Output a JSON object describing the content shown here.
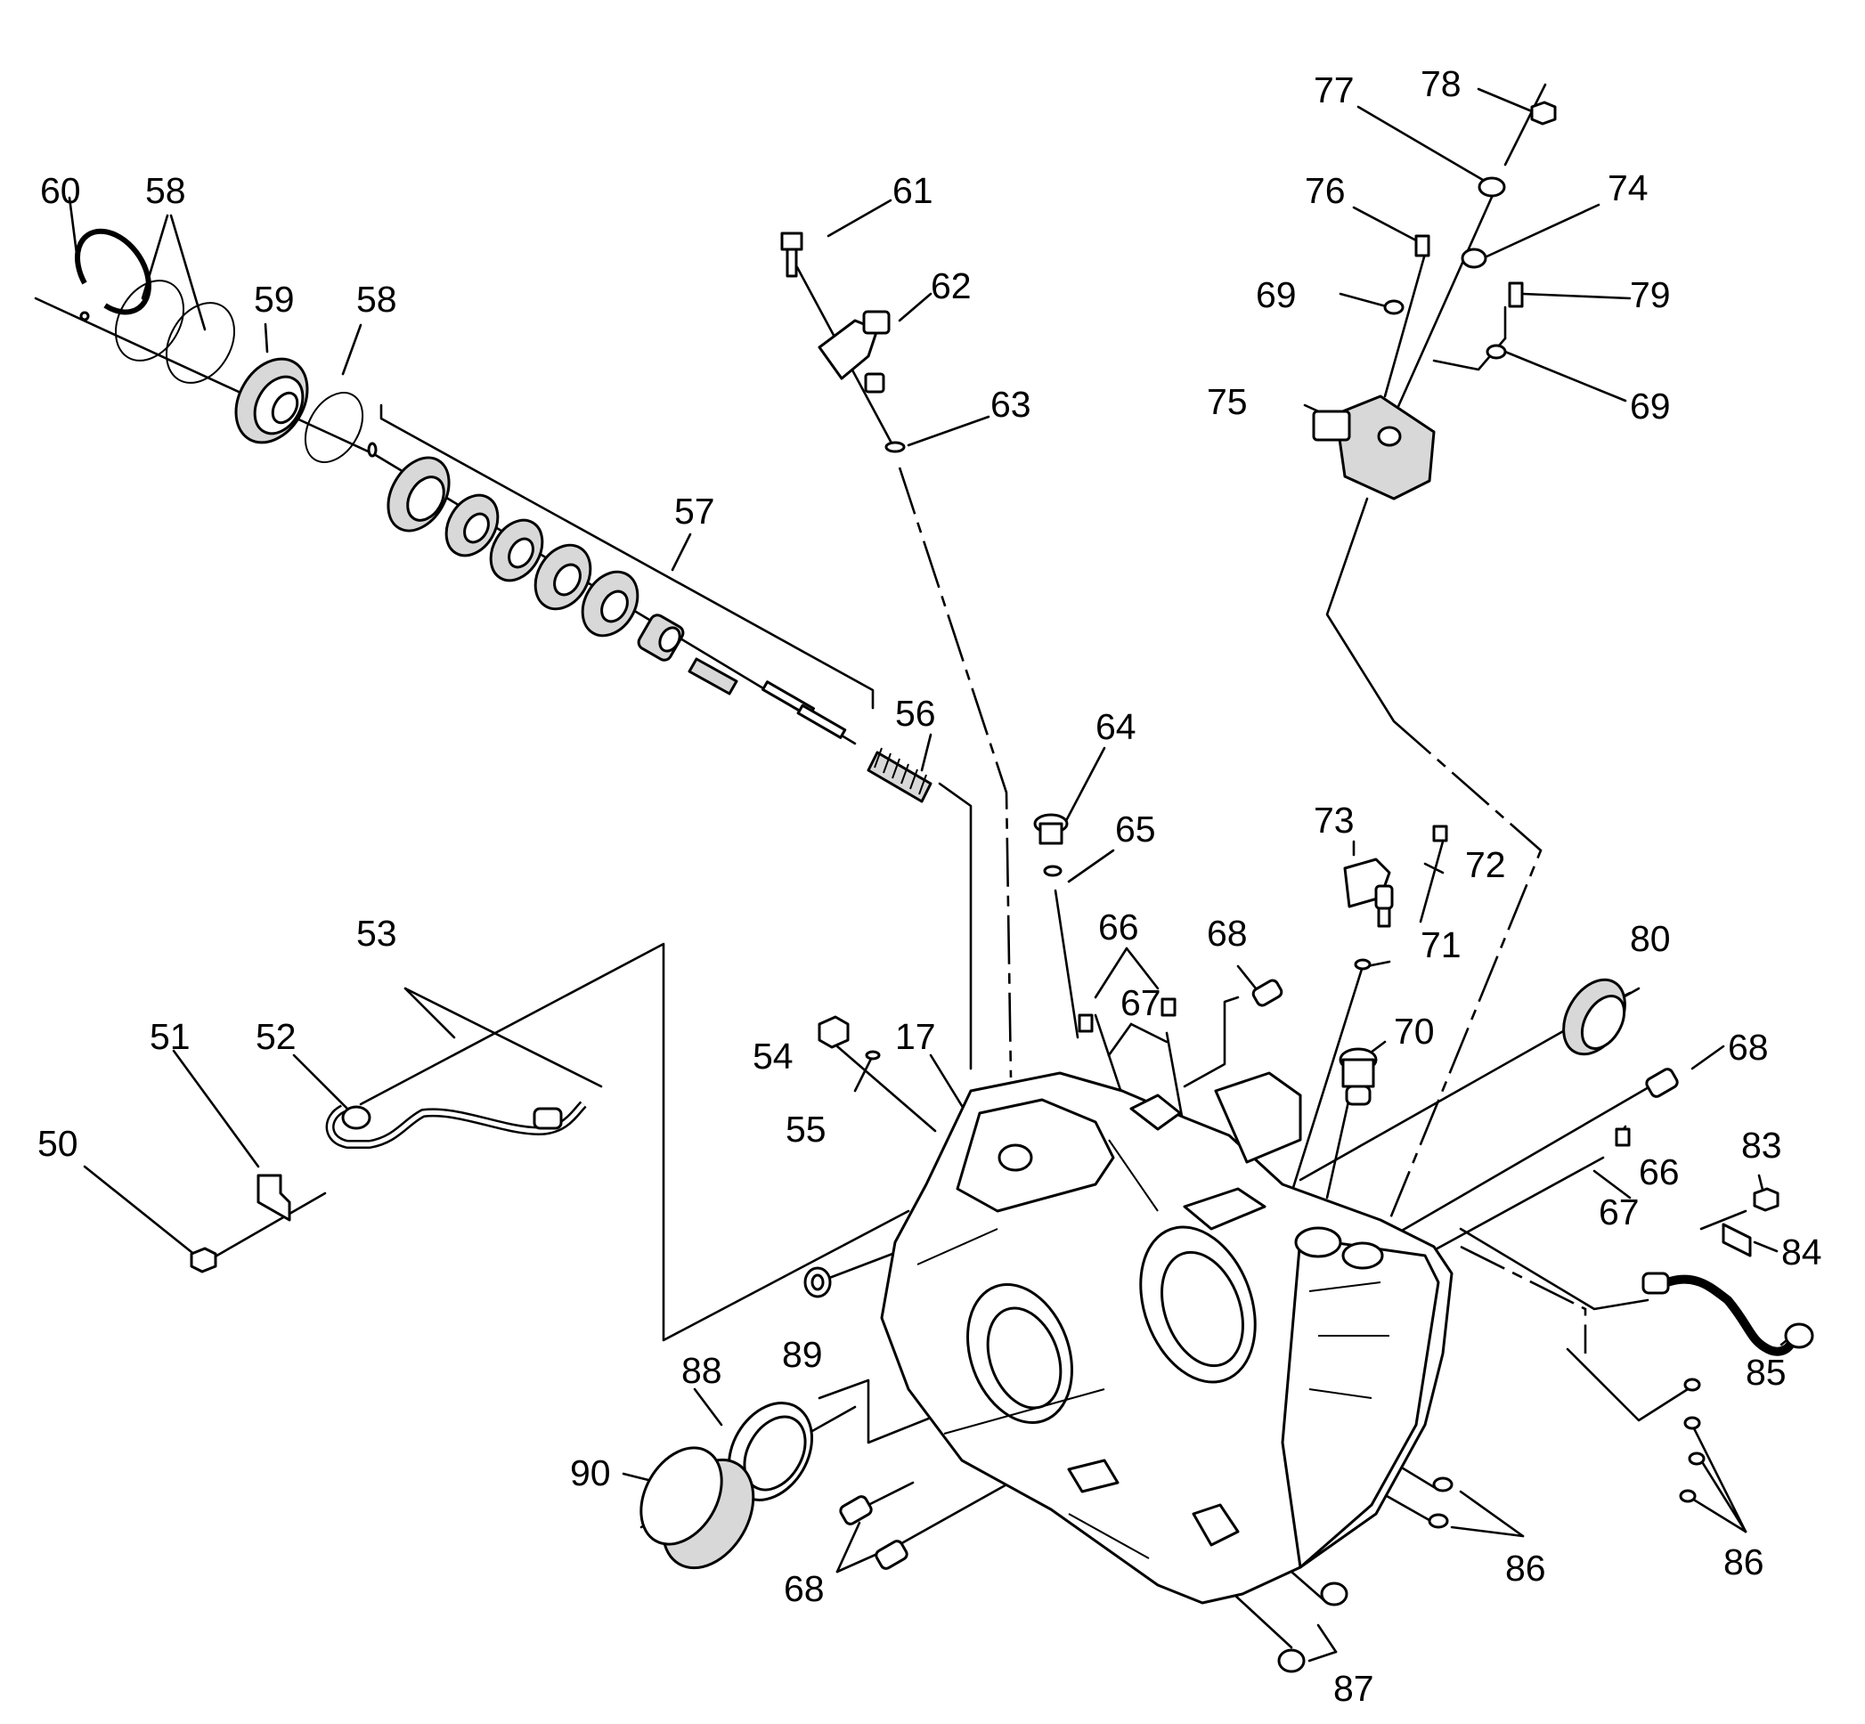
{
  "diagram": {
    "callouts": [
      {
        "id": "c50",
        "text": "50"
      },
      {
        "id": "c51",
        "text": "51"
      },
      {
        "id": "c52",
        "text": "52"
      },
      {
        "id": "c53",
        "text": "53"
      },
      {
        "id": "c54",
        "text": "54"
      },
      {
        "id": "c55",
        "text": "55"
      },
      {
        "id": "c56",
        "text": "56"
      },
      {
        "id": "c57",
        "text": "57"
      },
      {
        "id": "c58a",
        "text": "58"
      },
      {
        "id": "c58b",
        "text": "58"
      },
      {
        "id": "c59",
        "text": "59"
      },
      {
        "id": "c60",
        "text": "60"
      },
      {
        "id": "c61",
        "text": "61"
      },
      {
        "id": "c62",
        "text": "62"
      },
      {
        "id": "c63",
        "text": "63"
      },
      {
        "id": "c64",
        "text": "64"
      },
      {
        "id": "c65",
        "text": "65"
      },
      {
        "id": "c66a",
        "text": "66"
      },
      {
        "id": "c66b",
        "text": "66"
      },
      {
        "id": "c67a",
        "text": "67"
      },
      {
        "id": "c67b",
        "text": "67"
      },
      {
        "id": "c68a",
        "text": "68"
      },
      {
        "id": "c68b",
        "text": "68"
      },
      {
        "id": "c68c",
        "text": "68"
      },
      {
        "id": "c69a",
        "text": "69"
      },
      {
        "id": "c69b",
        "text": "69"
      },
      {
        "id": "c70",
        "text": "70"
      },
      {
        "id": "c71",
        "text": "71"
      },
      {
        "id": "c72",
        "text": "72"
      },
      {
        "id": "c73",
        "text": "73"
      },
      {
        "id": "c74",
        "text": "74"
      },
      {
        "id": "c75",
        "text": "75"
      },
      {
        "id": "c76",
        "text": "76"
      },
      {
        "id": "c77",
        "text": "77"
      },
      {
        "id": "c78",
        "text": "78"
      },
      {
        "id": "c79",
        "text": "79"
      },
      {
        "id": "c80",
        "text": "80"
      },
      {
        "id": "c83",
        "text": "83"
      },
      {
        "id": "c84",
        "text": "84"
      },
      {
        "id": "c85",
        "text": "85"
      },
      {
        "id": "c86a",
        "text": "86"
      },
      {
        "id": "c86b",
        "text": "86"
      },
      {
        "id": "c87",
        "text": "87"
      },
      {
        "id": "c88",
        "text": "88"
      },
      {
        "id": "c89",
        "text": "89"
      },
      {
        "id": "c90",
        "text": "90"
      },
      {
        "id": "c17",
        "text": "17"
      }
    ]
  }
}
